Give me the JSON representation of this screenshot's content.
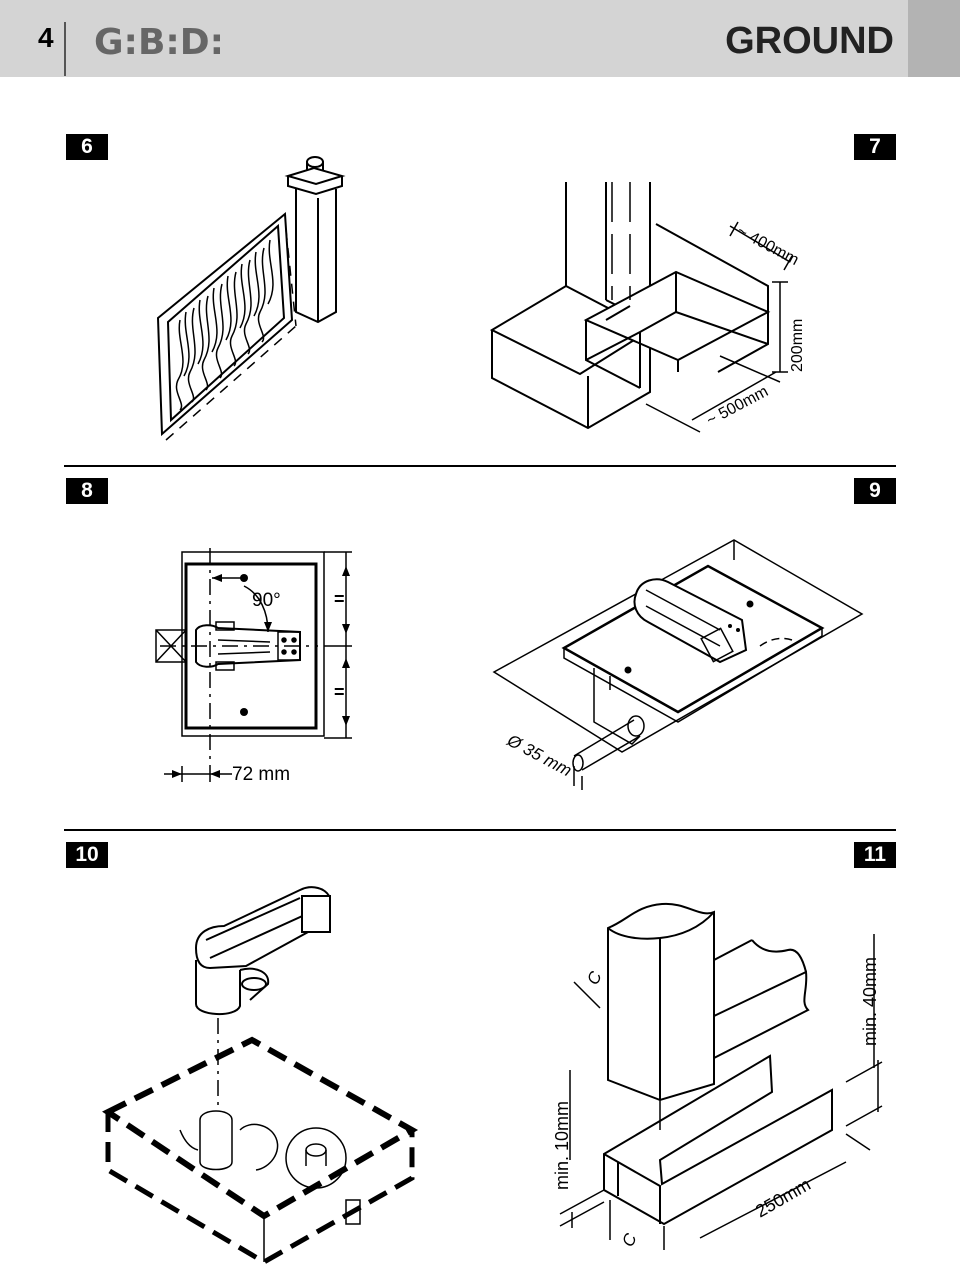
{
  "header": {
    "page_number": "4",
    "brand": "G:B:D:",
    "section_title": "GROUND"
  },
  "figures": {
    "fig6": {
      "number": "6"
    },
    "fig7": {
      "number": "7",
      "dim_depth": "~ 400mm",
      "dim_width": "~ 500mm",
      "dim_height": "200mm"
    },
    "fig8": {
      "number": "8",
      "angle": "90°",
      "offset": "72 mm",
      "equal_mark_top": "=",
      "equal_mark_bottom": "="
    },
    "fig9": {
      "number": "9",
      "pipe": "Ø 35 mm"
    },
    "fig10": {
      "number": "10"
    },
    "fig11": {
      "number": "11",
      "min_height": "min. 40mm",
      "min_gap": "min. 10mm",
      "width": "250mm",
      "clearance_top": "C",
      "clearance_bottom": "C"
    }
  },
  "colors": {
    "header_bg": "#d4d4d4",
    "header_tab": "#b3b3b3",
    "badge_bg": "#000000",
    "ink": "#000000"
  }
}
